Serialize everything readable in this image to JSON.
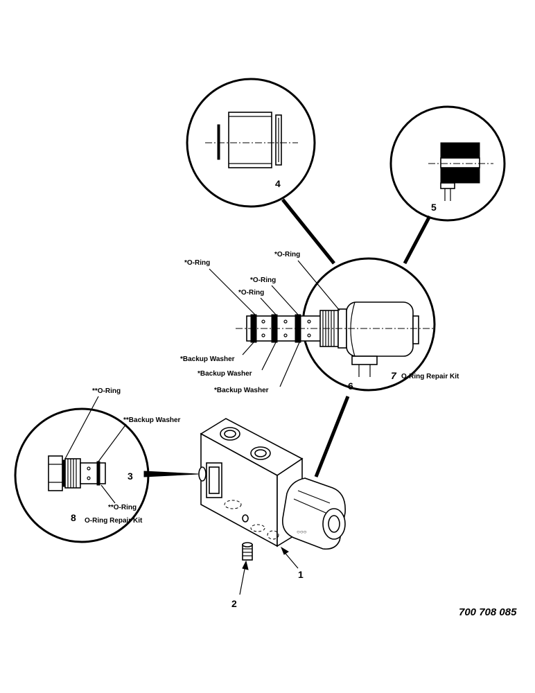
{
  "callouts": {
    "c4": "4",
    "c5": "5",
    "c6": "6",
    "c7_num": "7",
    "c7_text": "O-Ring Repair Kit",
    "c3": "3",
    "c8_num": "8",
    "c8_text": "O-Ring Repair Kit",
    "c1": "1",
    "c2": "2"
  },
  "labels": {
    "oring_a": "*O-Ring",
    "oring_b": "*O-Ring",
    "oring_c": "*O-Ring",
    "oring_d": "*O-Ring",
    "backup_a": "*Backup Washer",
    "backup_b": "*Backup Washer",
    "backup_c": "*Backup Washer",
    "oring_kit_top": "**O-Ring",
    "backup_kit": "**Backup Washer",
    "oring_kit_bottom": "**O-Ring"
  },
  "drawing_number": "700 708 085"
}
